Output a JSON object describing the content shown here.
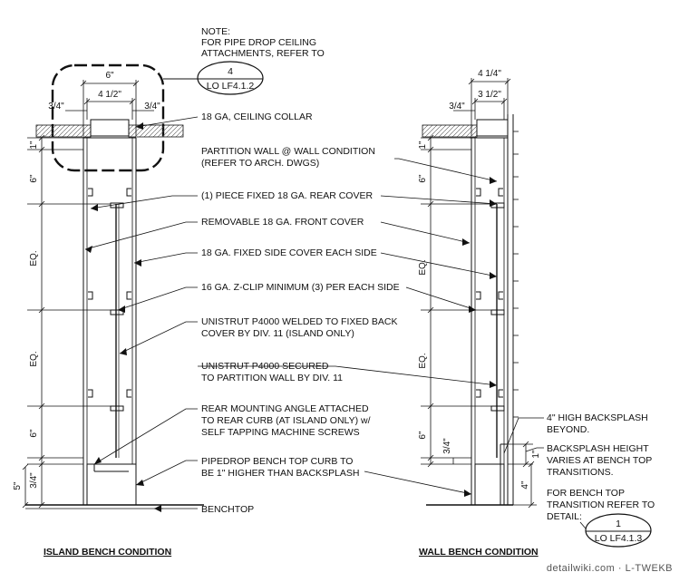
{
  "note": {
    "lines": [
      "NOTE:",
      "FOR PIPE DROP CEILING",
      "ATTACHMENTS, REFER TO"
    ],
    "ref_number": "4",
    "ref_sheet": "LO LF4.1.2"
  },
  "callouts": [
    {
      "lines": [
        "18 GA, CEILING COLLAR"
      ]
    },
    {
      "lines": [
        "PARTITION WALL @ WALL CONDITION",
        "(REFER TO ARCH. DWGS)"
      ]
    },
    {
      "lines": [
        "(1) PIECE FIXED 18 GA. REAR COVER"
      ]
    },
    {
      "lines": [
        "REMOVABLE 18 GA. FRONT COVER"
      ]
    },
    {
      "lines": [
        "18 GA. FIXED SIDE COVER EACH SIDE"
      ]
    },
    {
      "lines": [
        "16 GA. Z-CLIP MINIMUM (3) PER EACH SIDE"
      ]
    },
    {
      "lines": [
        "UNISTRUT P4000 WELDED TO FIXED BACK",
        "COVER BY DIV. 11 (ISLAND ONLY)"
      ]
    },
    {
      "lines": [
        "UNISTRUT P4000 SECURED",
        "TO PARTITION WALL BY DIV. 11"
      ]
    },
    {
      "lines": [
        "REAR MOUNTING ANGLE ATTACHED",
        "TO REAR CURB (AT ISLAND ONLY) w/",
        "SELF TAPPING MACHINE SCREWS"
      ]
    },
    {
      "lines": [
        "PIPEDROP BENCH TOP CURB TO",
        "BE 1\" HIGHER THAN BACKSPLASH"
      ]
    },
    {
      "lines": [
        "BENCHTOP"
      ]
    }
  ],
  "right_notes": [
    {
      "lines": [
        "4\" HIGH BACKSPLASH",
        "BEYOND."
      ]
    },
    {
      "lines": [
        "BACKSPLASH HEIGHT",
        "VARIES AT BENCH TOP",
        "TRANSITIONS."
      ]
    },
    {
      "lines": [
        "FOR BENCH TOP",
        "TRANSITION REFER TO",
        "DETAIL:"
      ]
    }
  ],
  "detail_ref": {
    "number": "1",
    "sheet": "LO LF4.1.3"
  },
  "dims_left": {
    "top_overall": "6\"",
    "top_inner": "4 1/2\"",
    "top_left": "3/4\"",
    "top_right": "3/4\"",
    "v_one": "1\"",
    "v_six_top": "6\"",
    "v_eq_1": "EQ.",
    "v_eq_2": "EQ.",
    "v_six_bottom": "6\"",
    "v_three_quarter": "3/4\"",
    "v_five": "5\""
  },
  "dims_right": {
    "top_overall": "4 1/4\"",
    "top_inner": "3 1/2\"",
    "top_left": "3/4\"",
    "v_one_top": "1\"",
    "v_six_top": "6\"",
    "v_eq_1": "EQ.",
    "v_eq_2": "EQ.",
    "v_six_bottom": "6\"",
    "v_three_quarter": "3/4\"",
    "v_one_bottom": "1\"",
    "v_four": "4\""
  },
  "titles": {
    "left": "ISLAND BENCH CONDITION",
    "right": "WALL BENCH CONDITION"
  },
  "watermark": "detailwiki.com · L-TWEKB"
}
